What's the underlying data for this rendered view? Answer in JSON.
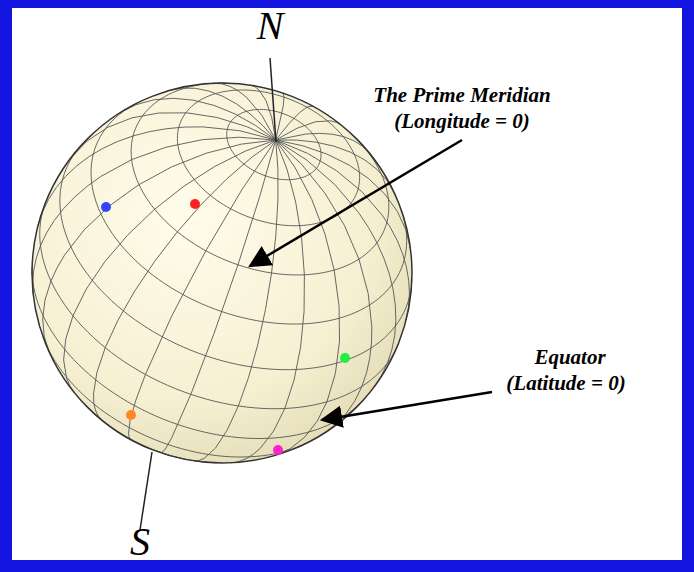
{
  "diagram": {
    "labels": [
      "N",
      "S",
      "The Prime Meridian",
      "(Longitude = 0)",
      "Equator",
      "(Latitude = 0)"
    ]
  }
}
